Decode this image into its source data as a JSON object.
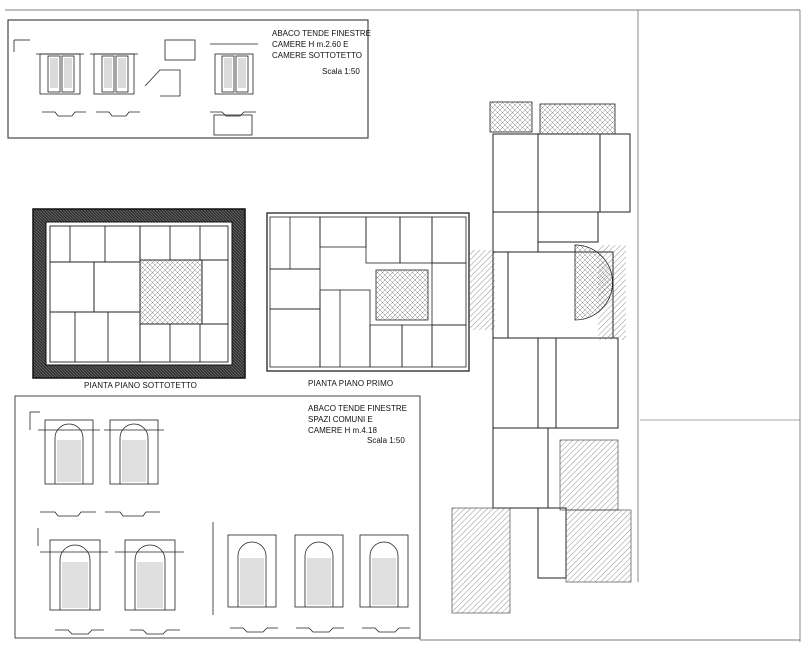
{
  "sheet": {
    "abaco_top": {
      "title_lines": [
        "ABACO TENDE FINESTRE",
        "CAMERE H m.2.60 E",
        "CAMERE SOTTOTETTO"
      ],
      "scale": "Scala 1:50"
    },
    "abaco_bottom": {
      "title_lines": [
        "ABACO TENDE FINESTRE",
        "SPAZI COMUNI E",
        "CAMERE H m.4.18"
      ],
      "scale": "Scala 1:50"
    },
    "plans": {
      "attic_caption": "PIANTA PIANO SOTTOTETTO",
      "first_caption": "PIANTA PIANO PRIMO"
    }
  }
}
